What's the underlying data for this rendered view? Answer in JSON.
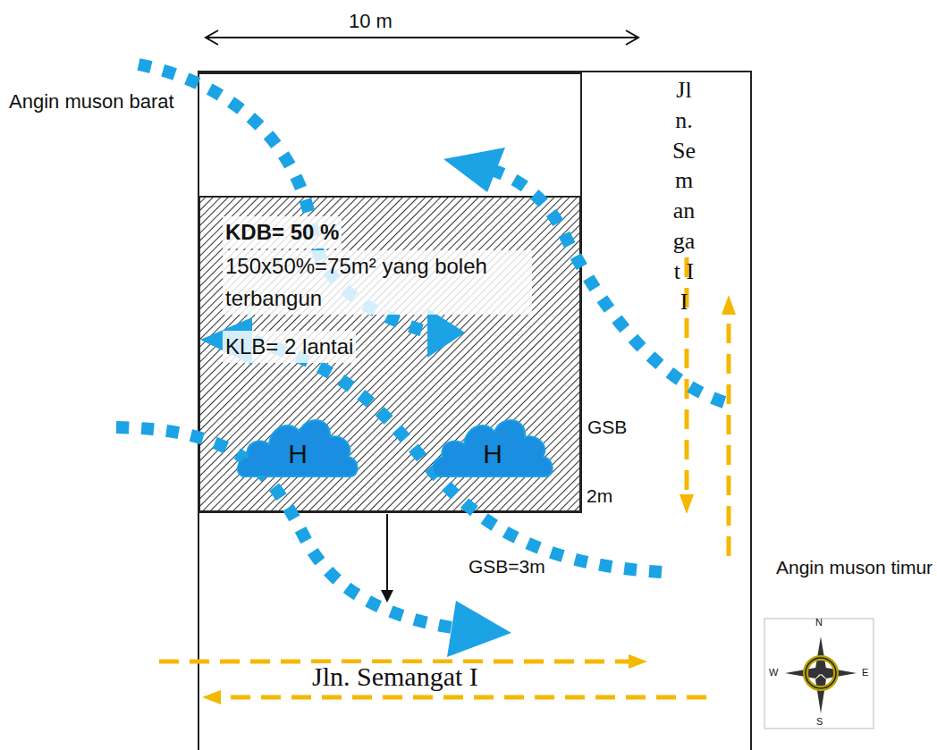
{
  "diagram": {
    "nodes": [
      {
        "text": [
          "KDB= 50 %",
          "150x50%=75m² yang boleh terbangun",
          "KLB= 2 lantai"
        ]
      },
      {
        "text": [
          "H"
        ],
        "in": 0
      },
      {
        "text": [
          "H"
        ],
        "in": 0
      }
    ],
    "labels": [
      "10 m",
      "Angin muson barat",
      "Jln. Semangat II",
      "GSB",
      "2m",
      "GSB=3m",
      "Jln. Semangat I",
      "Angin muson timur",
      "N",
      "W",
      "E",
      "S"
    ]
  }
}
